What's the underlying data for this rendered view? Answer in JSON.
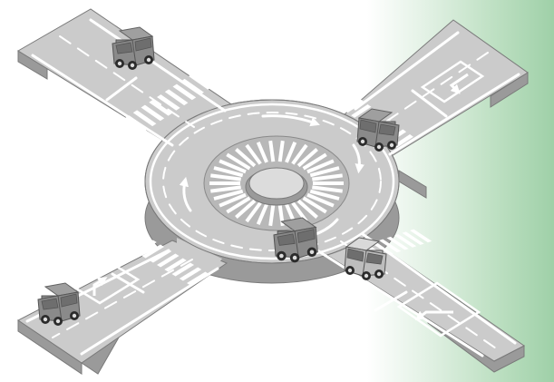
{
  "illustration": {
    "scene": "roundabout-intersection",
    "layout": "four-way",
    "vehicle_count": 5,
    "crosswalk_count": 4,
    "turn_arrow_count": 3
  },
  "colors": {
    "background": "#ffffff",
    "side_panel": "#9fd0a8",
    "road_top": "#cbcbcb",
    "road_side": "#9a9a9a",
    "road_edge": "#7a7a7a",
    "markings": "#ffffff",
    "car_body": "#8a8a8a",
    "car_body_light": "#bdbdbd",
    "tire": "#2b2b2b"
  },
  "vehicles": [
    {
      "name": "car-north-arm",
      "tone": "dark"
    },
    {
      "name": "car-east-arm",
      "tone": "dark"
    },
    {
      "name": "car-ring",
      "tone": "dark"
    },
    {
      "name": "car-southeast-arm",
      "tone": "light"
    },
    {
      "name": "car-southwest-arm",
      "tone": "dark"
    }
  ]
}
